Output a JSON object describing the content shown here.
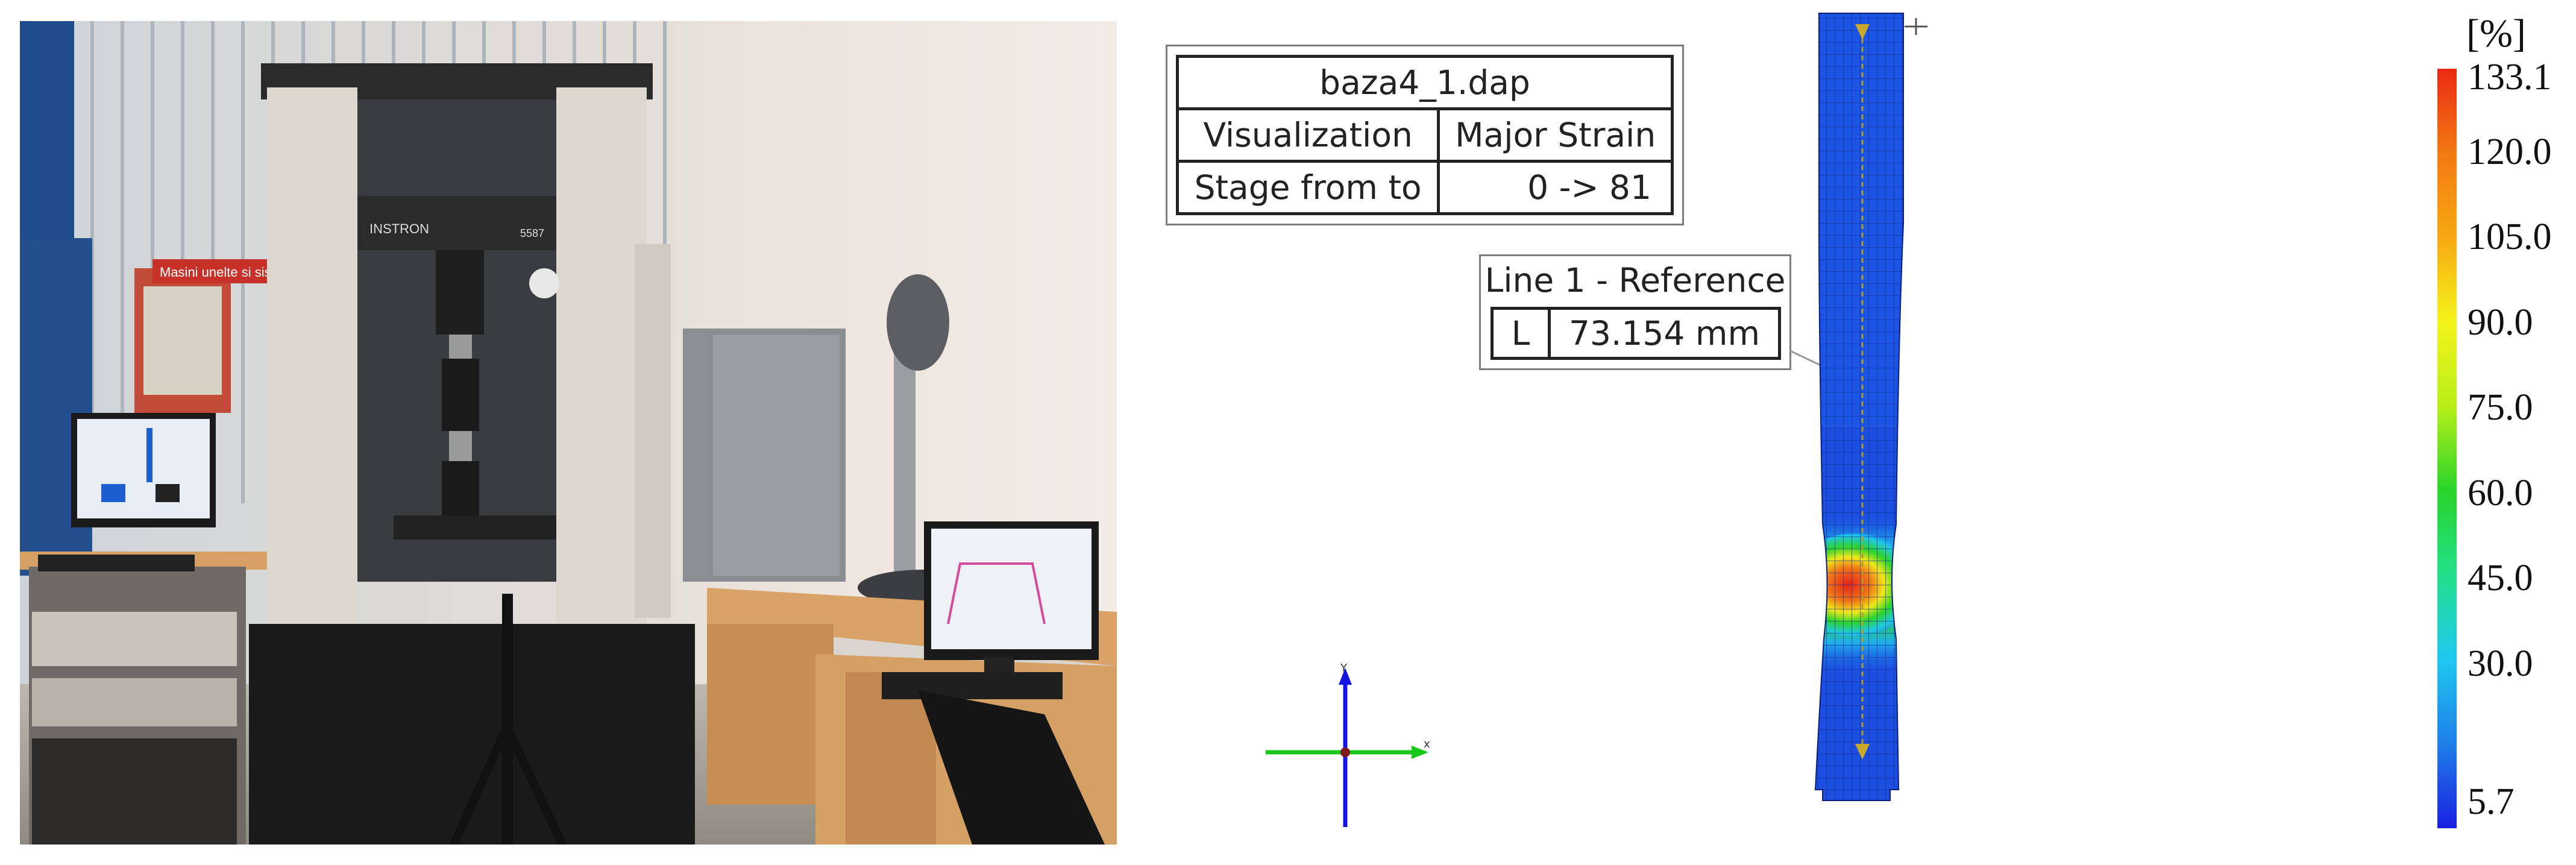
{
  "left_photo": {
    "machine_brand": "INSTRON",
    "machine_model": "5587",
    "wall_sign": "Masini unelte si sisteme"
  },
  "analysis": {
    "file_name": "baza4_1.dap",
    "visualization_label": "Visualization",
    "visualization_value": "Major Strain",
    "stage_label": "Stage from to",
    "stage_value": "0 -> 81",
    "reference_title": "Line 1 - Reference",
    "reference_key": "L",
    "reference_value": "73.154 mm",
    "axis_x_label": "x",
    "axis_y_label": "Y",
    "color_scale": {
      "unit": "[%]",
      "labels": [
        "133.1",
        "120.0",
        "105.0",
        "90.0",
        "75.0",
        "60.0",
        "45.0",
        "30.0",
        "5.7"
      ],
      "min": 5.7,
      "max": 133.1,
      "colors": [
        "#1a1fe0",
        "#1f7fe8",
        "#1fc8f0",
        "#22e08c",
        "#28d42a",
        "#b8ef1a",
        "#f4f41a",
        "#f7a812",
        "#f27a12",
        "#ea2a14"
      ]
    }
  },
  "colors": {
    "axis_x": "#18c818",
    "axis_y": "#1414e0",
    "specimen_base": "#1c4fe0",
    "reference_line": "#b39a2c"
  }
}
